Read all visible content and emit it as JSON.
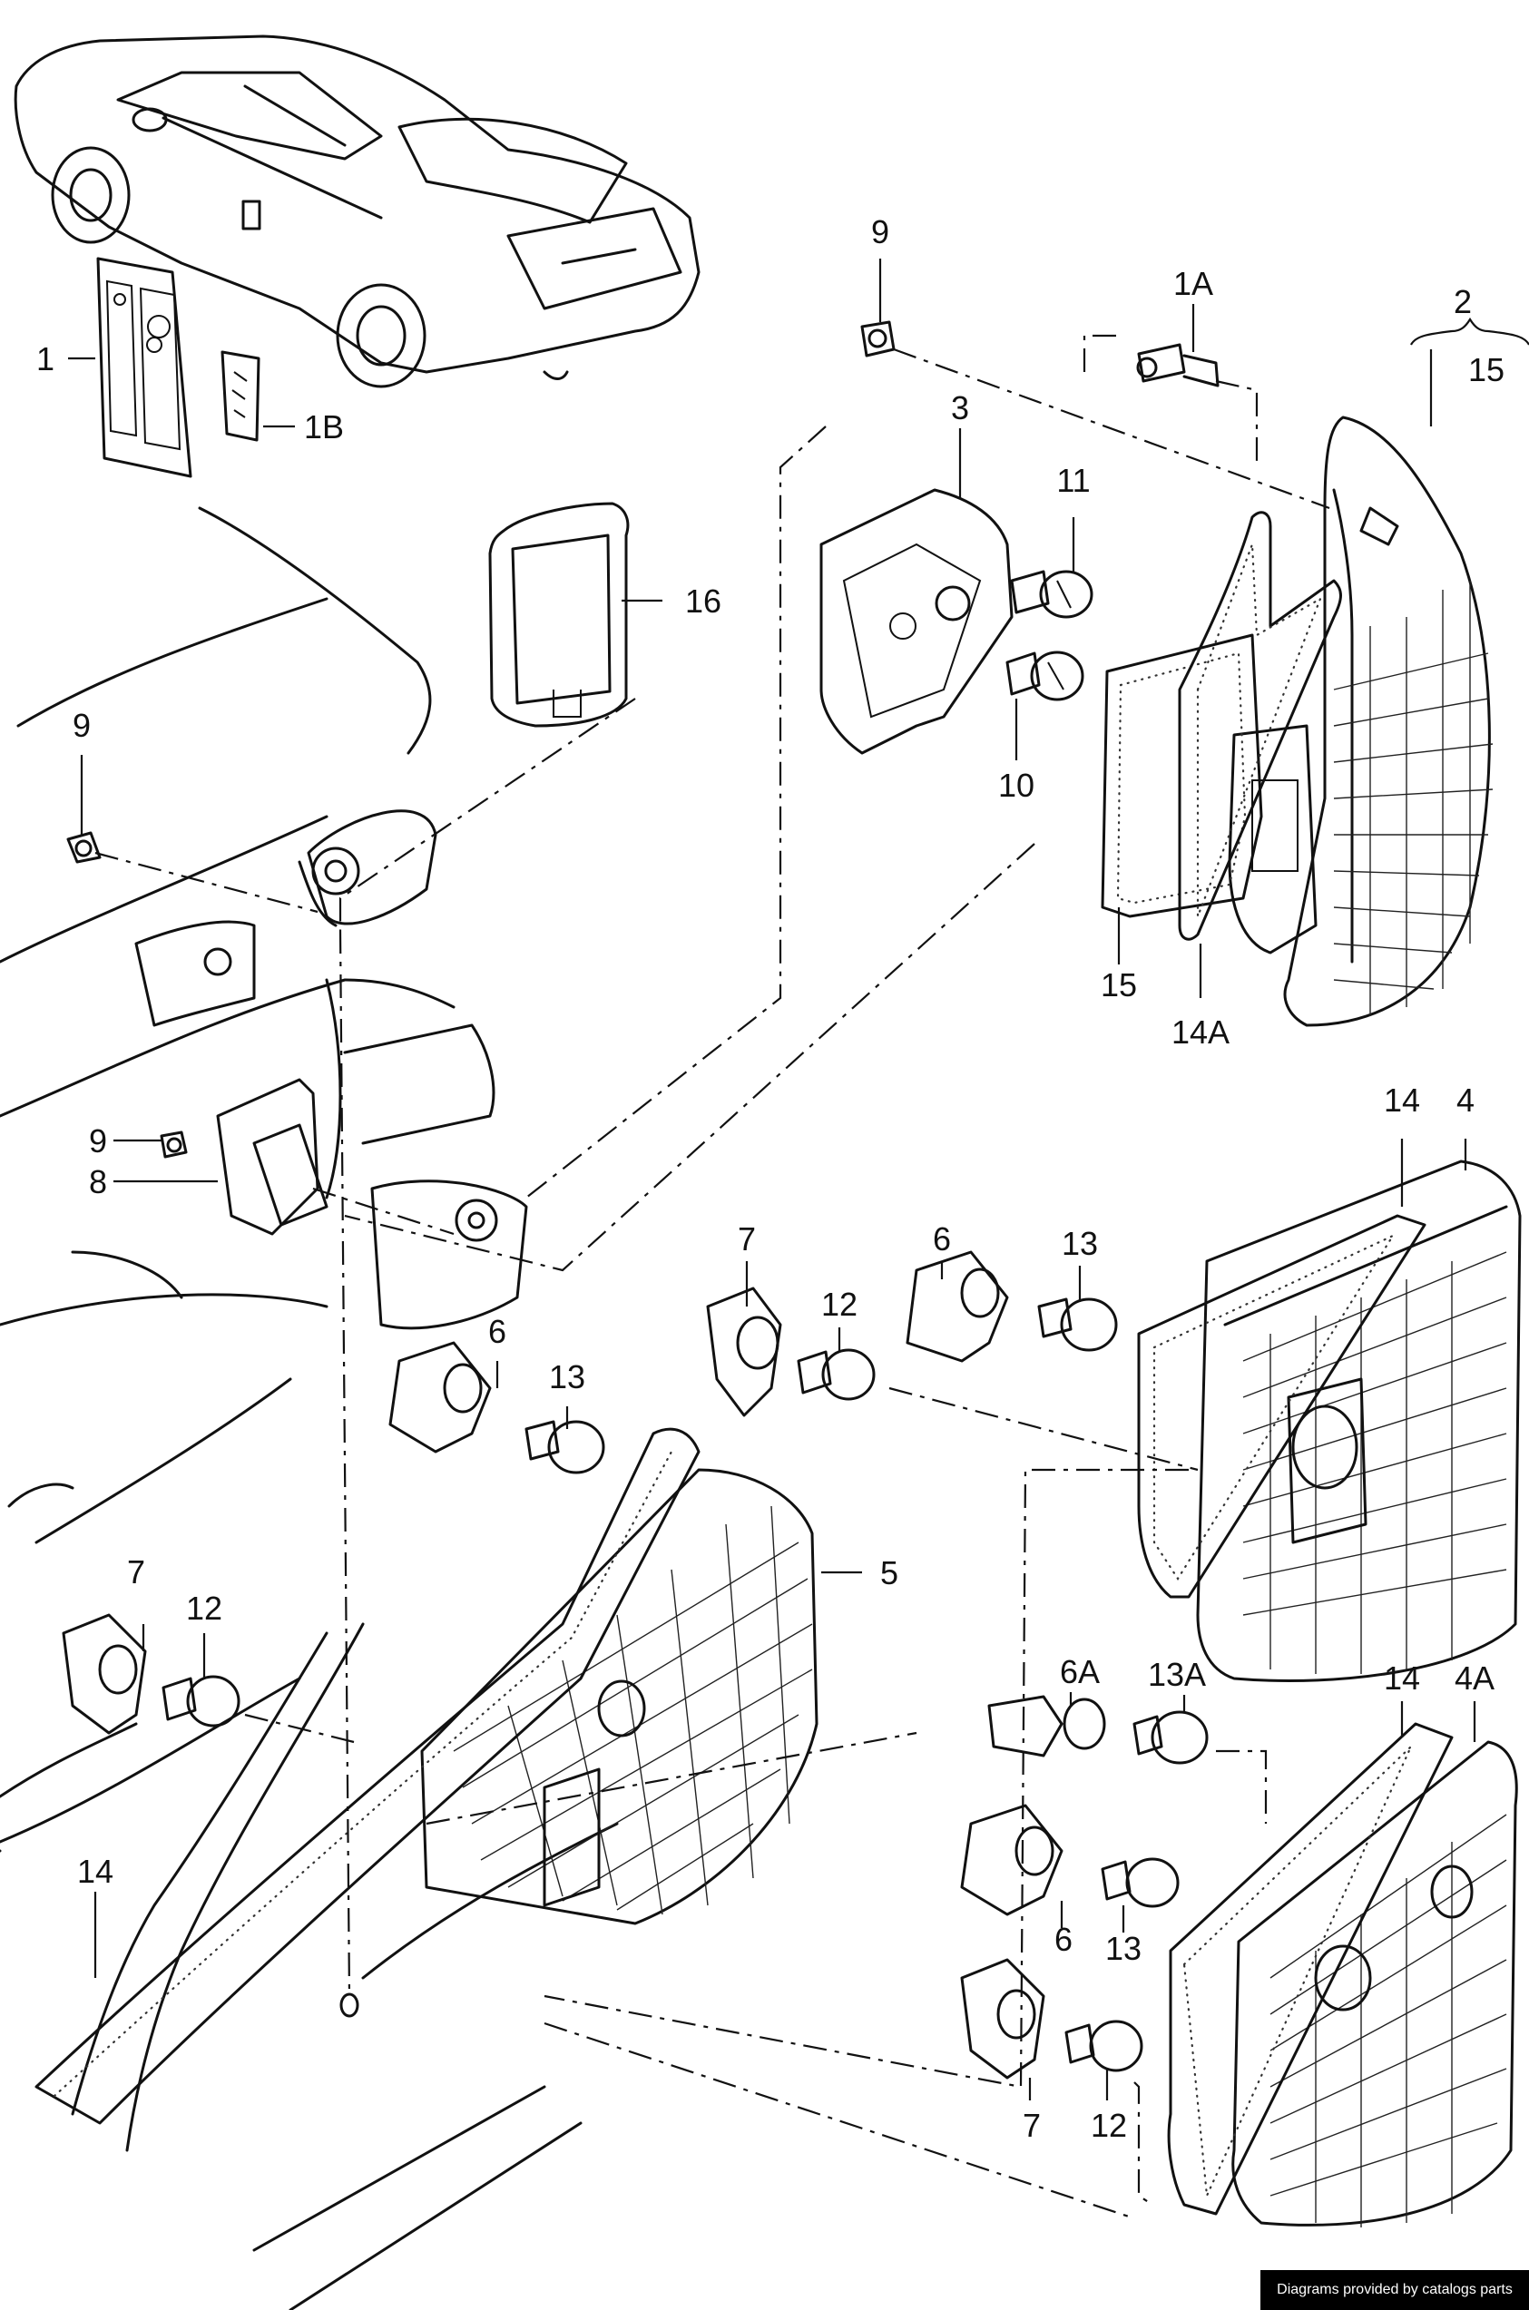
{
  "credit": "Diagrams provided by catalogs parts",
  "callouts": [
    {
      "id": "p1",
      "text": "1"
    },
    {
      "id": "p1B",
      "text": "1B"
    },
    {
      "id": "p9a",
      "text": "9"
    },
    {
      "id": "p1A",
      "text": "1A"
    },
    {
      "id": "p2",
      "text": "2"
    },
    {
      "id": "p15a",
      "text": "15"
    },
    {
      "id": "p3",
      "text": "3"
    },
    {
      "id": "p11",
      "text": "11"
    },
    {
      "id": "p16",
      "text": "16"
    },
    {
      "id": "p10",
      "text": "10"
    },
    {
      "id": "p9b",
      "text": "9"
    },
    {
      "id": "p15b",
      "text": "15"
    },
    {
      "id": "p14A",
      "text": "14A"
    },
    {
      "id": "p14a",
      "text": "14"
    },
    {
      "id": "p4",
      "text": "4"
    },
    {
      "id": "p9c",
      "text": "9"
    },
    {
      "id": "p8",
      "text": "8"
    },
    {
      "id": "p6a",
      "text": "6"
    },
    {
      "id": "p7a",
      "text": "7"
    },
    {
      "id": "p13a",
      "text": "13"
    },
    {
      "id": "p12a",
      "text": "12"
    },
    {
      "id": "p6b",
      "text": "6"
    },
    {
      "id": "p13b",
      "text": "13"
    },
    {
      "id": "p5",
      "text": "5"
    },
    {
      "id": "p7b",
      "text": "7"
    },
    {
      "id": "p12b",
      "text": "12"
    },
    {
      "id": "p6A",
      "text": "6A"
    },
    {
      "id": "p13A",
      "text": "13A"
    },
    {
      "id": "p14b",
      "text": "14"
    },
    {
      "id": "p4A",
      "text": "4A"
    },
    {
      "id": "p14c",
      "text": "14"
    },
    {
      "id": "p6c",
      "text": "6"
    },
    {
      "id": "p13c",
      "text": "13"
    },
    {
      "id": "p7c",
      "text": "7"
    },
    {
      "id": "p12c",
      "text": "12"
    }
  ]
}
